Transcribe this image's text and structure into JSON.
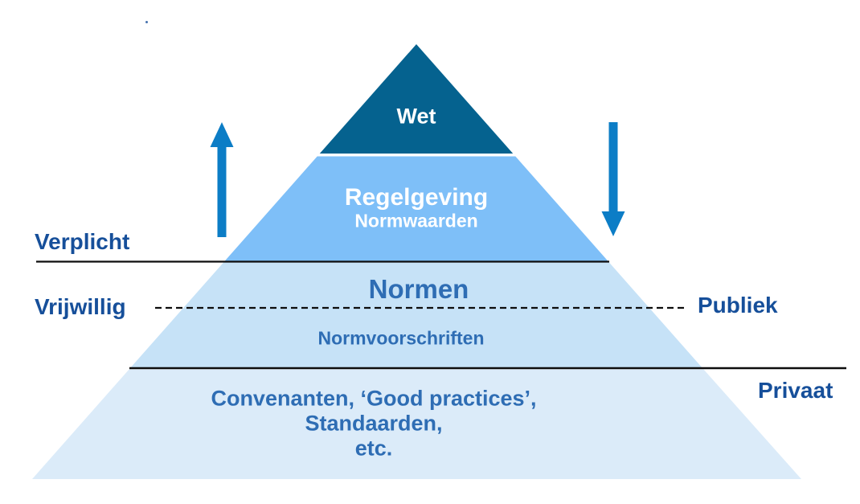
{
  "diagram": {
    "type": "pyramid",
    "levels": [
      {
        "id": "wet",
        "label": "Wet"
      },
      {
        "id": "regelgeving",
        "label": "Regelgeving",
        "sublabel": "Normwaarden"
      },
      {
        "id": "normen",
        "label": "Normen",
        "sublabel": "Normvoorschriften"
      },
      {
        "id": "convenanten",
        "lines": [
          "Convenanten, ‘Good practices’,",
          "Standaarden,",
          "etc."
        ]
      }
    ],
    "side_labels": {
      "verplicht": "Verplicht",
      "vrijwillig": "Vrijwillig",
      "publiek": "Publiek",
      "privaat": "Privaat"
    },
    "stray_dot": "."
  },
  "colors": {
    "band_wet": "#05628F",
    "band_regelgeving": "#7EBFF8",
    "band_normen": "#C6E2F7",
    "band_convenanten": "#DBEBF9",
    "arrow_blue": "#0C7DC6",
    "divider": "#0d0d0d",
    "label_dark_blue": "#164F9A",
    "label_medium_blue": "#2E6DB4",
    "text_white": "#FFFFFF"
  }
}
